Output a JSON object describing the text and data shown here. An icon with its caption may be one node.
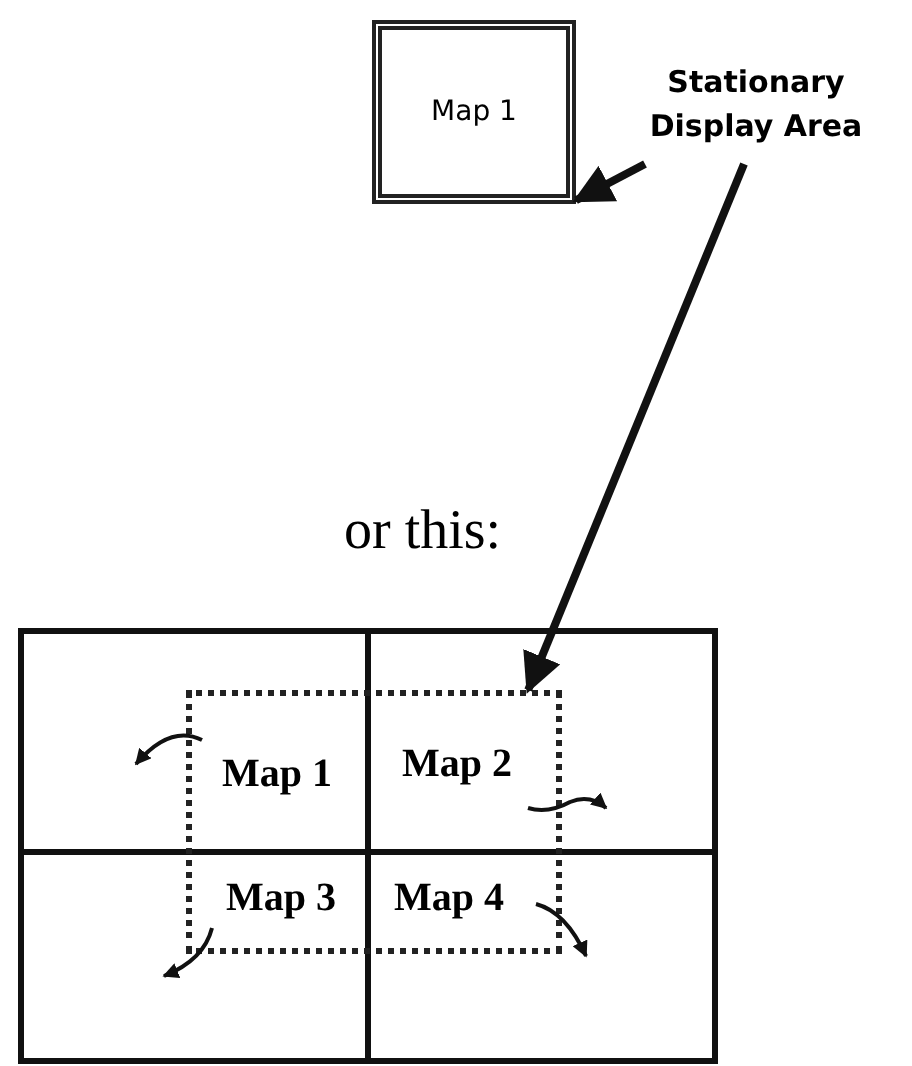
{
  "diagram": {
    "nodes": [
      {
        "text": [
          "Map 1"
        ]
      },
      {
        "text": [
          "Stationary Display Area"
        ]
      },
      {
        "text": [],
        "shape": "box"
      },
      {
        "text": [],
        "shape": "box",
        "in": 2
      },
      {
        "text": [
          "Map 1"
        ],
        "in": 3
      },
      {
        "text": [
          "Map 2"
        ],
        "in": 3
      },
      {
        "text": [
          "Map 3"
        ],
        "in": 3
      },
      {
        "text": [
          "Map 4"
        ],
        "in": 3
      }
    ],
    "edges": [
      {
        "from": 1,
        "to": 0,
        "arrow": "to"
      },
      {
        "from": 1,
        "to": 3,
        "arrow": "to"
      }
    ],
    "labels": [
      "or this:"
    ]
  }
}
